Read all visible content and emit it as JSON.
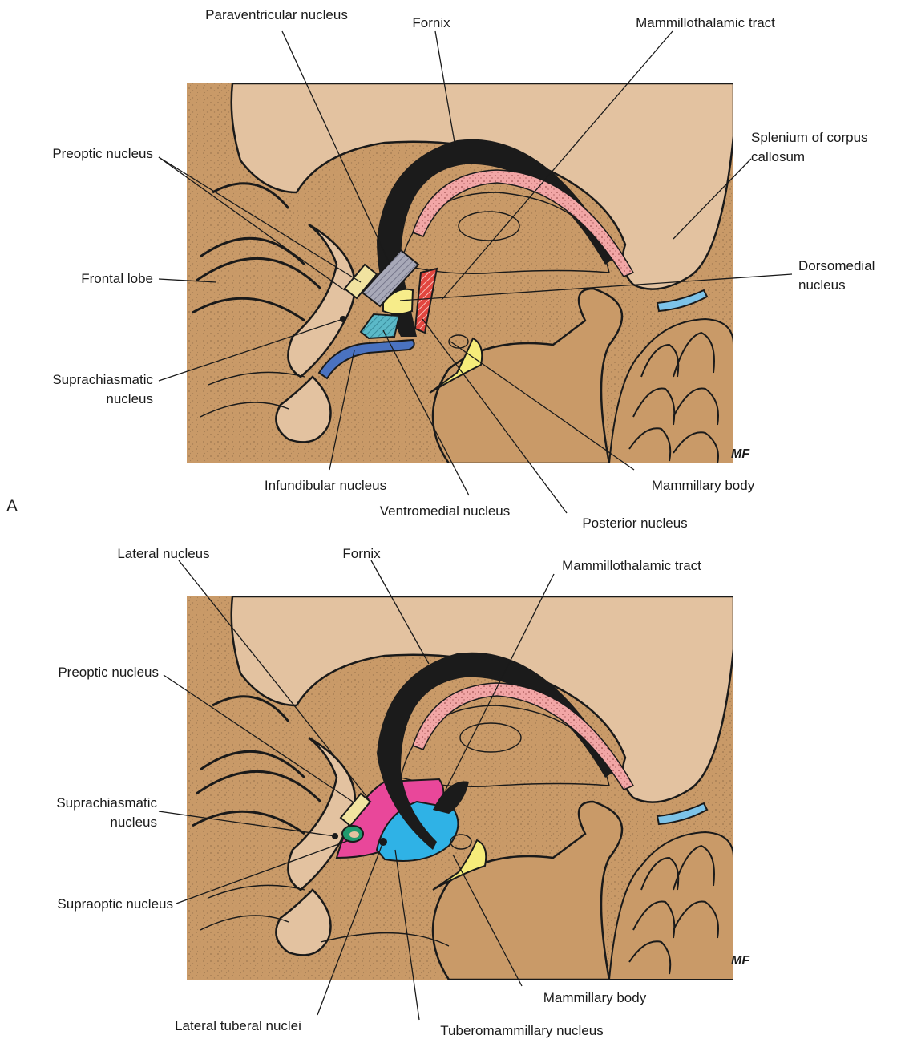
{
  "panel_a": {
    "letter": "A",
    "signature": "MF",
    "labels": {
      "paraventricular": "Paraventricular nucleus",
      "fornix": "Fornix",
      "mammillothalamic": "Mammillothalamic tract",
      "preoptic": "Preoptic nucleus",
      "splenium_line1": "Splenium of corpus",
      "splenium_line2": "callosum",
      "frontal": "Frontal lobe",
      "dorsomedial_line1": "Dorsomedial",
      "dorsomedial_line2": "nucleus",
      "suprachiasmatic_line1": "Suprachiasmatic",
      "suprachiasmatic_line2": "nucleus",
      "infundibular": "Infundibular nucleus",
      "mammillary": "Mammillary body",
      "ventromedial": "Ventromedial nucleus",
      "posterior": "Posterior nucleus"
    }
  },
  "panel_b": {
    "signature": "MF",
    "labels": {
      "lateral": "Lateral nucleus",
      "fornix": "Fornix",
      "mammillothalamic": "Mammillothalamic tract",
      "preoptic": "Preoptic nucleus",
      "suprachiasmatic_line1": "Suprachiasmatic",
      "suprachiasmatic_line2": "nucleus",
      "supraoptic": "Supraoptic nucleus",
      "mammillary": "Mammillary body",
      "lateral_tuberal": "Lateral tuberal nuclei",
      "tuberomammillary": "Tuberomammillary nucleus"
    }
  },
  "colors": {
    "tissue": "#c99a68",
    "pale": "#e3c2a0",
    "fornix": "#1b1b1b",
    "pink_band": "#f2a6a6",
    "paraventricular": "#a8a9b8",
    "dorsomedial": "#f7ec8a",
    "ventromedial": "#5bb9c8",
    "infundibular": "#4a72c0",
    "mammillothalamic": "#e2463f",
    "preoptic": "#f1e3a0",
    "mammillary": "#f6ec7a",
    "lateral_nucleus": "#e9479a",
    "tuberomammillary": "#2fb2e6",
    "suprachiasmatic_b": "#1f9a6e",
    "splenium_blue": "#7dc3e8"
  }
}
